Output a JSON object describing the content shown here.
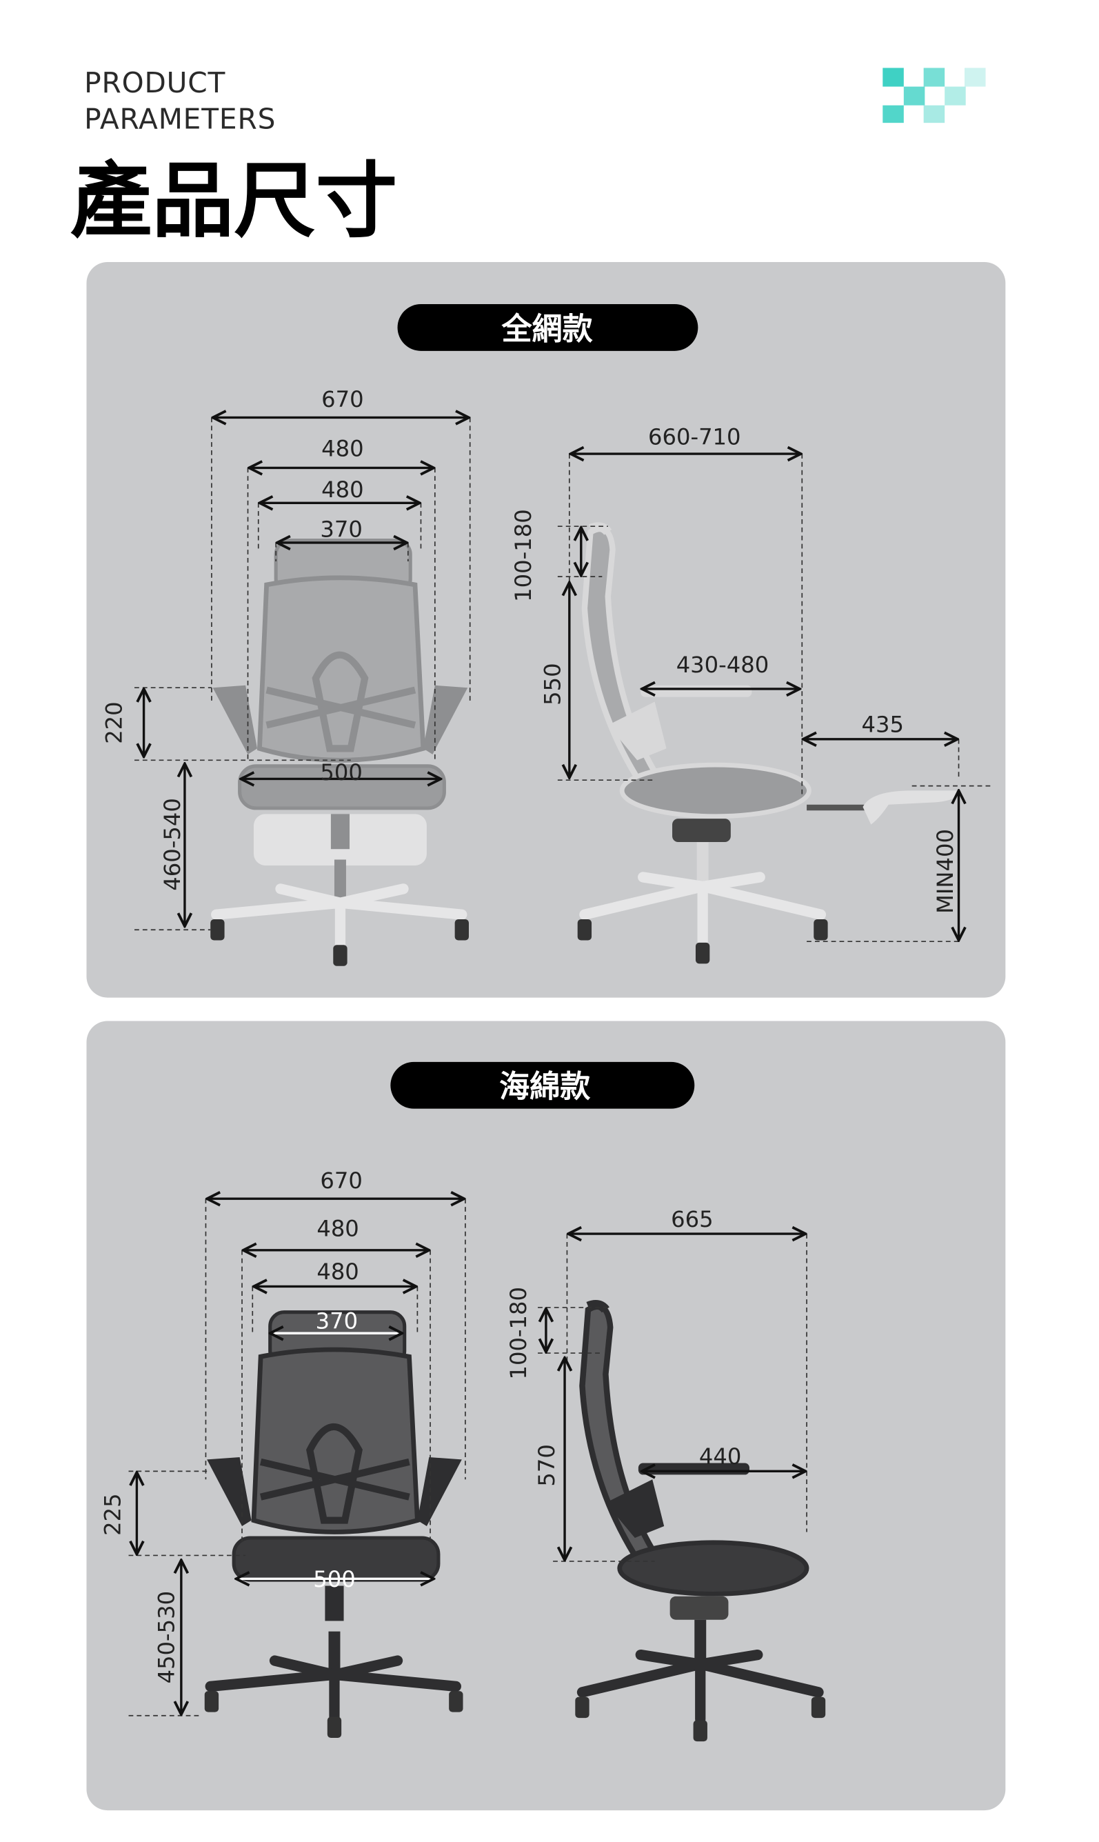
{
  "header": {
    "subtitle_line1": "PRODUCT",
    "subtitle_line2": "PARAMETERS",
    "title": "產品尺寸",
    "accent_color": "#3fd1c4"
  },
  "panels": [
    {
      "label": "全網款",
      "front": {
        "total_width": "670",
        "back_width_outer": "480",
        "back_width_inner": "480",
        "headrest_width": "370",
        "armrest_height": "220",
        "seat_width": "500",
        "seat_height": "460-540"
      },
      "side": {
        "depth": "660-710",
        "headrest_adjust": "100-180",
        "back_height": "550",
        "seat_depth": "430-480",
        "footrest_length": "435",
        "footrest_height": "MIN400"
      }
    },
    {
      "label": "海綿款",
      "front": {
        "total_width": "670",
        "back_width_outer": "480",
        "back_width_inner": "480",
        "headrest_width": "370",
        "armrest_height": "225",
        "seat_width": "500",
        "seat_height": "450-530"
      },
      "side": {
        "depth": "665",
        "headrest_adjust": "100-180",
        "back_height": "570",
        "seat_depth": "440"
      }
    }
  ]
}
